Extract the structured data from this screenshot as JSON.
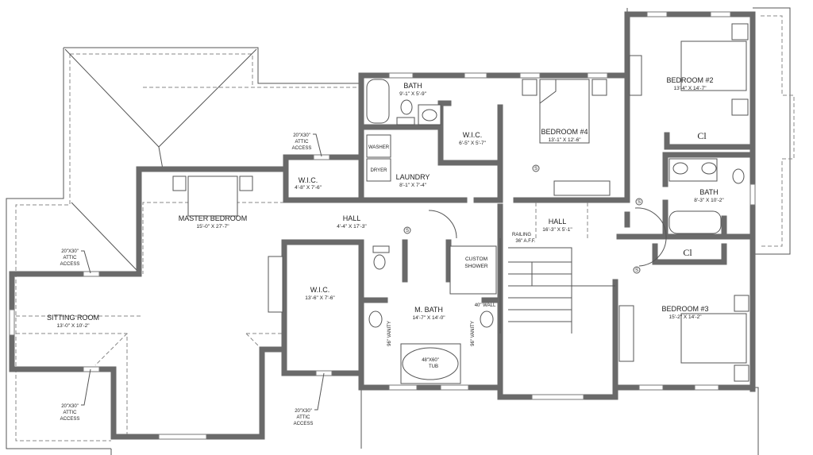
{
  "rooms": {
    "bath_top": {
      "name": "BATH",
      "dims": "9'-1\" X 5'-9\""
    },
    "wic_bed4": {
      "name": "W.I.C.",
      "dims": "6'-5\" X 5'-7\""
    },
    "bedroom4": {
      "name": "BEDROOM #4",
      "dims": "13'-1\" X 12'-6\""
    },
    "bedroom2": {
      "name": "BEDROOM #2",
      "dims": "13'-4\" X 14'-7\""
    },
    "laundry": {
      "name": "LAUNDRY",
      "dims": "8'-1\" X 7'-4\""
    },
    "wic_small": {
      "name": "W.I.C.",
      "dims": "4'-8\" X 7'-6\""
    },
    "master_bedroom": {
      "name": "MASTER BEDROOM",
      "dims": "15'-0\" X 27'-7\""
    },
    "hall_left": {
      "name": "HALL",
      "dims": "4'-4\" X 17'-3\""
    },
    "hall_right": {
      "name": "HALL",
      "dims": "16'-3\" X 5'-1\""
    },
    "bath_right": {
      "name": "BATH",
      "dims": "8'-3\" X 10'-2\""
    },
    "sitting_room": {
      "name": "SITTING ROOM",
      "dims": "13'-0\" X 10'-2\""
    },
    "wic_master": {
      "name": "W.I.C.",
      "dims": "13'-6\" X 7'-6\""
    },
    "master_bath": {
      "name": "M. BATH",
      "dims": "14'-7\" X 14'-0\""
    },
    "bedroom3": {
      "name": "BEDROOM #3",
      "dims": "15'-2\" X 14'-2\""
    }
  },
  "closets": {
    "upper": "Cl",
    "lower": "Cl"
  },
  "fixtures": {
    "washer": "WASHER",
    "dryer": "DRYER",
    "custom_shower": [
      "CUSTOM",
      "SHOWER"
    ],
    "tub": [
      "48\"X60\"",
      "TUB"
    ],
    "vanity_left": "96\" VANITY",
    "vanity_right": "96\" VANITY",
    "wall_note": "40\" WALL",
    "railing": [
      "RAILING",
      "36\" A.F.F."
    ],
    "smoke_symbol": "S"
  },
  "attic_access": {
    "line1": "20\"X30\"",
    "line2": "ATTIC",
    "line3": "ACCESS"
  }
}
